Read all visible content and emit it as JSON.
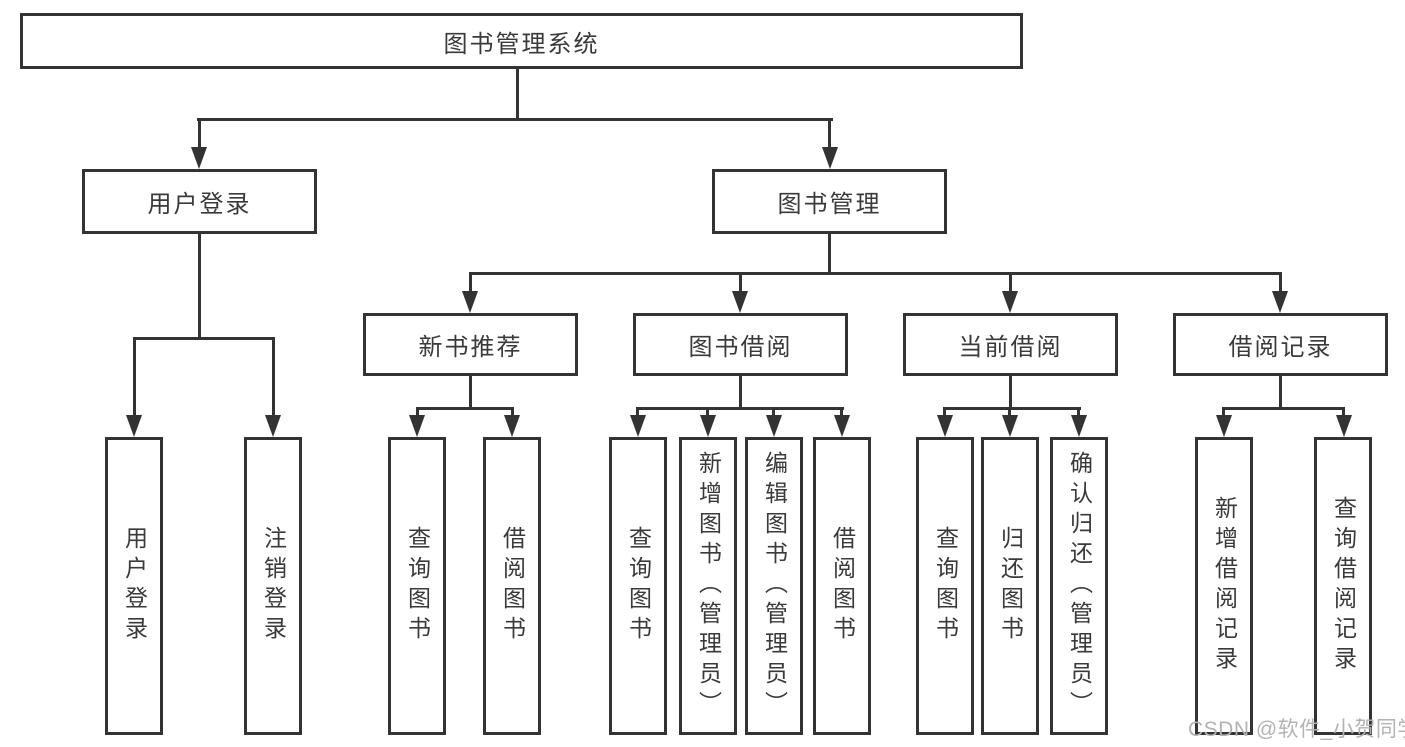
{
  "diagram": {
    "root": "图书管理系统",
    "level2": [
      "用户登录",
      "图书管理"
    ],
    "level3": [
      "新书推荐",
      "图书借阅",
      "当前借阅",
      "借阅记录"
    ],
    "leaves": {
      "login": [
        "用户登录",
        "注销登录"
      ],
      "recommend": [
        "查询图书",
        "借阅图书"
      ],
      "borrow": [
        "查询图书",
        "新增图书（管理员）",
        "编辑图书（管理员）",
        "借阅图书"
      ],
      "current": [
        "查询图书",
        "归还图书",
        "确认归还（管理员）"
      ],
      "record": [
        "新增借阅记录",
        "查询借阅记录"
      ]
    }
  },
  "watermark": "CSDN @软件_小贺同学",
  "colors": {
    "line": "#333333",
    "text": "#3a3a3a",
    "background": "#ffffff",
    "watermark": "#b3b3b3"
  }
}
